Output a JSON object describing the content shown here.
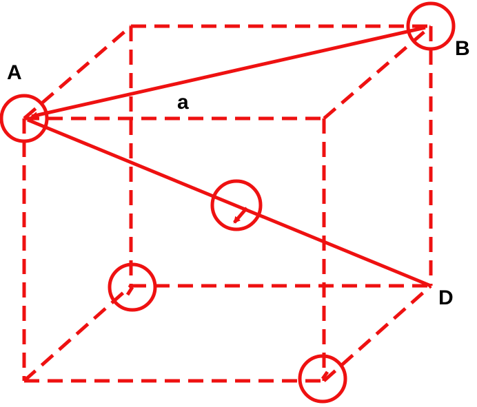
{
  "colors": {
    "stroke": "#ee1111",
    "text": "#000000",
    "background": "#ffffff"
  },
  "labels": {
    "A": "A",
    "B": "B",
    "D": "D",
    "edge": "a"
  }
}
